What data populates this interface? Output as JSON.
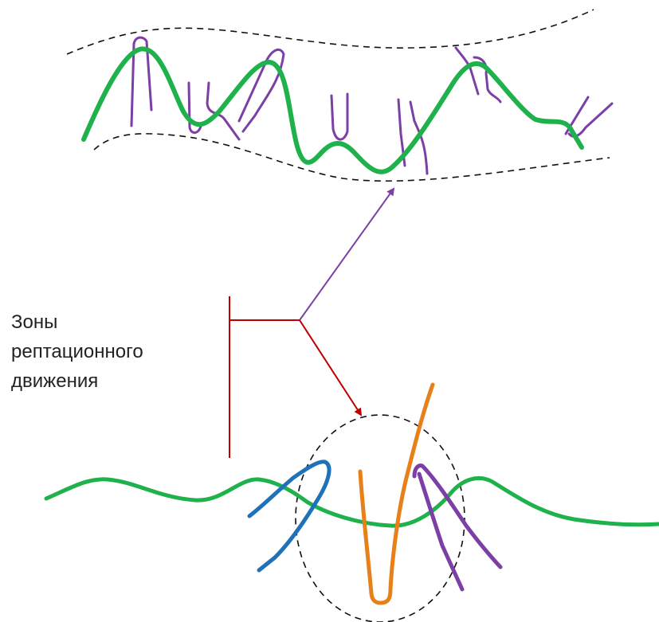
{
  "label": {
    "lines": [
      "Зоны",
      "рептационного",
      "движения"
    ]
  },
  "colors": {
    "green_chain": "#1fb14c",
    "purple_chain": "#7b3fa6",
    "blue_chain": "#1f72b8",
    "orange_chain": "#e8801a",
    "red_bracket": "#c00000",
    "dashed": "#111111",
    "text": "#222222"
  },
  "icons": [
    "arrowhead-icon"
  ]
}
